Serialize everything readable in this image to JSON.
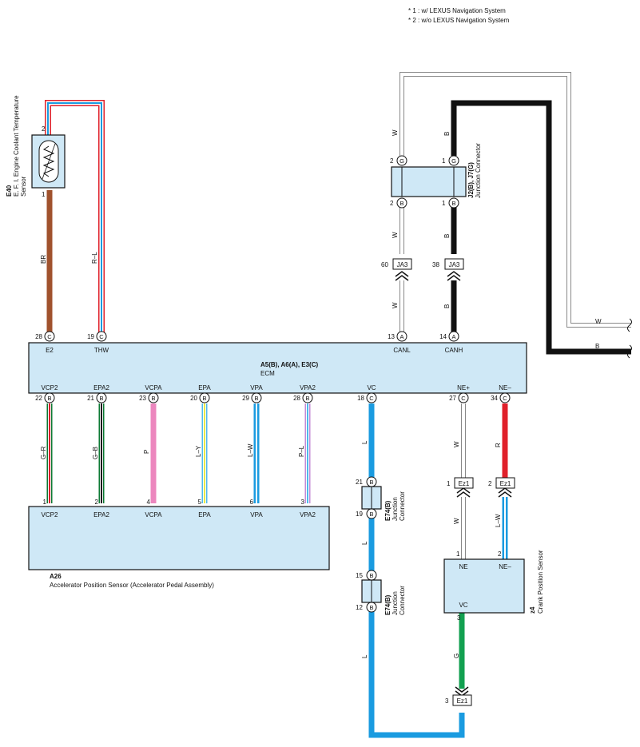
{
  "notes": [
    "* 1 : w/ LEXUS Navigation System",
    "* 2 : w/o LEXUS Navigation System"
  ],
  "e40": {
    "code": "E40",
    "name_line1": "E. F. I.  Engine Coolant Temperature",
    "name_line2": "Sensor",
    "pin_top": "2",
    "pin_bottom": "1"
  },
  "wire_labels": {
    "br": "BR",
    "rl": "R–L",
    "w": "W",
    "b": "B",
    "gr": "G–R",
    "gb": "G–B",
    "p": "P",
    "ly": "L–Y",
    "lw": "L–W",
    "pl": "P–L",
    "l": "L",
    "r": "R",
    "g": "G"
  },
  "jconn": {
    "code": "J2(B), J7(G)",
    "name": "Junction Connector",
    "pin_g": "G",
    "pin_b": "B",
    "num_2": "2",
    "num_1": "1"
  },
  "ja3": {
    "label": "JA3",
    "left_num": "60",
    "right_num": "38"
  },
  "ecm": {
    "code": "A5(B), A6(A), E3(C)",
    "name": "ECM",
    "top_pins": [
      {
        "num": "28",
        "conn": "C",
        "label": "E2"
      },
      {
        "num": "19",
        "conn": "C",
        "label": "THW"
      },
      {
        "num": "13",
        "conn": "A",
        "label": "CANL"
      },
      {
        "num": "14",
        "conn": "A",
        "label": "CANH"
      }
    ],
    "bottom_pins": [
      {
        "num": "22",
        "conn": "B",
        "label": "VCP2"
      },
      {
        "num": "21",
        "conn": "B",
        "label": "EPA2"
      },
      {
        "num": "23",
        "conn": "B",
        "label": "VCPA"
      },
      {
        "num": "20",
        "conn": "B",
        "label": "EPA"
      },
      {
        "num": "29",
        "conn": "B",
        "label": "VPA"
      },
      {
        "num": "28",
        "conn": "B",
        "label": "VPA2"
      },
      {
        "num": "18",
        "conn": "C",
        "label": "VC"
      },
      {
        "num": "27",
        "conn": "C",
        "label": "NE+"
      },
      {
        "num": "34",
        "conn": "C",
        "label": "NE–"
      }
    ]
  },
  "a26": {
    "code": "A26",
    "name": "Accelerator Position Sensor (Accelerator Pedal Assembly)",
    "pins": [
      {
        "num": "1",
        "label": "VCP2"
      },
      {
        "num": "2",
        "label": "EPA2"
      },
      {
        "num": "4",
        "label": "VCPA"
      },
      {
        "num": "5",
        "label": "EPA"
      },
      {
        "num": "6",
        "label": "VPA"
      },
      {
        "num": "3",
        "label": "VPA2"
      }
    ]
  },
  "e74": {
    "code": "E74(B)",
    "name_line1": "Junction",
    "name_line2": "Connector",
    "upper_top": "21",
    "upper_bottom": "19",
    "lower_top": "15",
    "lower_bottom": "12",
    "pin": "B"
  },
  "ez1": {
    "label": "Ez1",
    "num_w": "1",
    "num_r": "2",
    "num_g": "3"
  },
  "z4": {
    "code": "z4",
    "name": "Crank Position Sensor",
    "pin_ne": "NE",
    "pin_nem": "NE–",
    "pin_vc": "VC",
    "num_1": "1",
    "num_2": "2",
    "num_3": "3"
  },
  "colors": {
    "brown": "#a0522d",
    "red": "#e0202a",
    "blue": "#1a9be0",
    "lightblue": "#4fb8ec",
    "green": "#12a050",
    "darkgreen": "#0b7a33",
    "pink": "#ec87be",
    "violet": "#c48ad6",
    "yellow": "#e9e94a",
    "white_wire": "#ffffff",
    "black": "#111111",
    "box_fill": "#cfe8f6"
  }
}
